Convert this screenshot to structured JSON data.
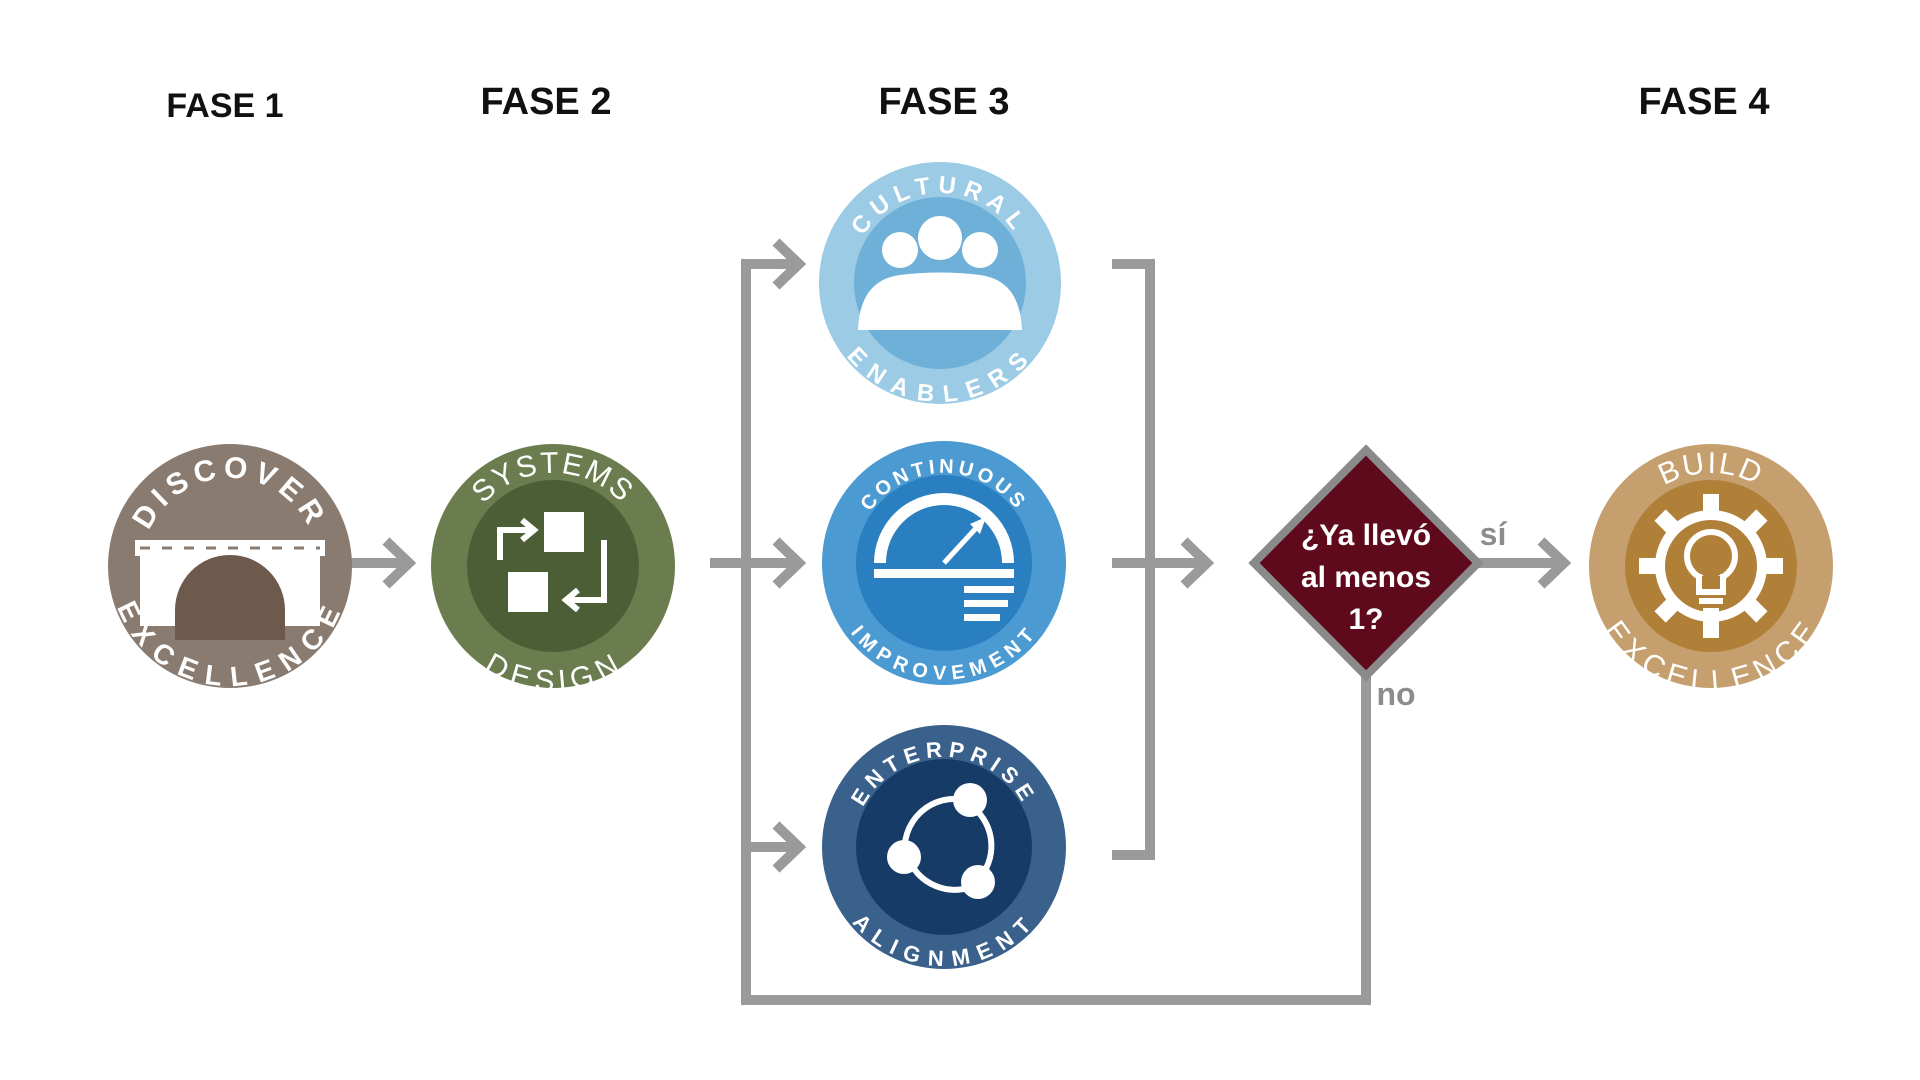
{
  "phases": {
    "fase1": "FASE 1",
    "fase2": "FASE 2",
    "fase3": "FASE 3",
    "fase4": "FASE 4"
  },
  "badges": {
    "discover": {
      "top": "DISCOVER",
      "bottom": "EXCELLENCE",
      "color": "#8a7b70",
      "inner": "#6d5a4c"
    },
    "systems": {
      "top": "SYSTEMS",
      "bottom": "DESIGN",
      "color": "#6b7c4f",
      "inner": "#4c5e35"
    },
    "cultural": {
      "top": "CULTURAL",
      "bottom": "ENABLERS",
      "color": "#9ccbe6",
      "inner": "#6fb0d8"
    },
    "continuous": {
      "top": "CONTINUOUS",
      "bottom": "IMPROVEMENT",
      "color": "#4b9ad2",
      "inner": "#2a7fc0"
    },
    "enterprise": {
      "top": "ENTERPRISE",
      "bottom": "ALIGNMENT",
      "color": "#3a618c",
      "inner": "#153b66"
    },
    "build": {
      "top": "BUILD",
      "bottom": "EXCELLENCE",
      "color": "#c5a06e",
      "inner": "#b07f38"
    }
  },
  "decision": {
    "line1": "¿Ya llevó",
    "line2": "al menos",
    "line3": "1?",
    "color": "#5e0a1c",
    "border": "#8a8a8a"
  },
  "edges": {
    "yes": "sí",
    "no": "no"
  },
  "arrow_color": "#9a9a9a"
}
